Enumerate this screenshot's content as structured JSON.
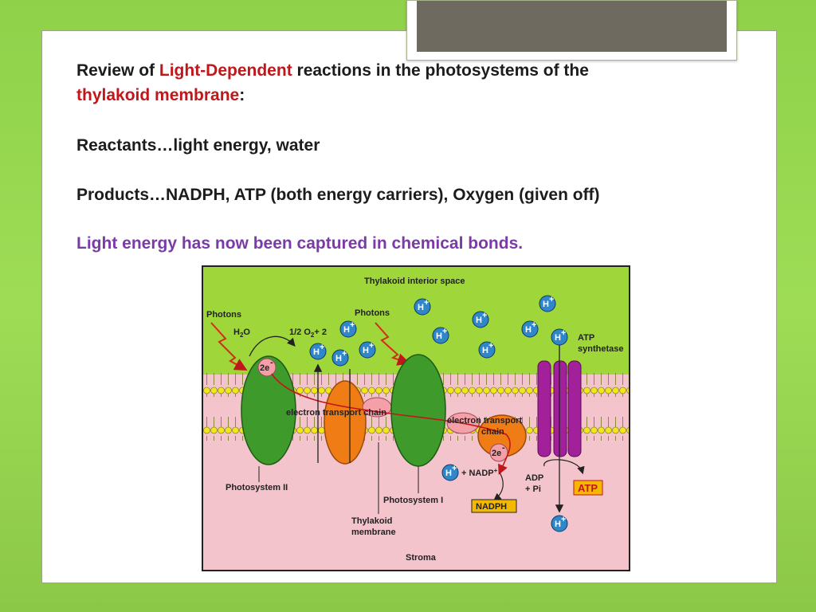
{
  "slide": {
    "line1_part1": "Review of ",
    "line1_highlight": "Light-Dependent",
    "line1_part2": " reactions in the photosystems of the",
    "line2_highlight": "thylakoid membrane",
    "line2_colon": ":",
    "reactants": "Reactants…light energy, water",
    "products": "Products…NADPH, ATP (both energy carriers), Oxygen (given off)",
    "conclusion": "Light energy has now been captured in chemical bonds."
  },
  "diagram": {
    "interior_label": "Thylakoid interior space",
    "photons_left": "Photons",
    "photons_right": "Photons",
    "water": "H",
    "water_sub": "2",
    "water_o": "O",
    "oxygen_text": "1/2 O",
    "oxygen_sub": "2",
    "oxygen_plus": "+ 2",
    "h_ion": "H",
    "h_plus": "+",
    "electrons": "2e",
    "electrons_sup": "-",
    "atp_synthetase_1": "ATP",
    "atp_synthetase_2": "synthetase",
    "etc_left": "electron transport chain",
    "etc_right_1": "electron transport",
    "etc_right_2": "chain",
    "nadp_text": "+ NADP",
    "nadp_sup": "+",
    "adp_1": "ADP",
    "adp_2": "+ Pi",
    "atp": "ATP",
    "nadph": "NADPH",
    "photosystem_ii": "Photosystem II",
    "photosystem_i": "Photosystem I",
    "membrane_1": "Thylakoid",
    "membrane_2": "membrane",
    "stroma": "Stroma"
  },
  "colors": {
    "background": "#8fd24a",
    "highlight_red": "#c0171b",
    "highlight_purple": "#7a3aa8",
    "interior": "#9fd63a",
    "stroma": "#f4c4cc",
    "photosystem": "#3f9a2c",
    "cytochrome": "#f07c16",
    "atp_synthase": "#a2209a",
    "h_ion": "#2f86c8"
  }
}
